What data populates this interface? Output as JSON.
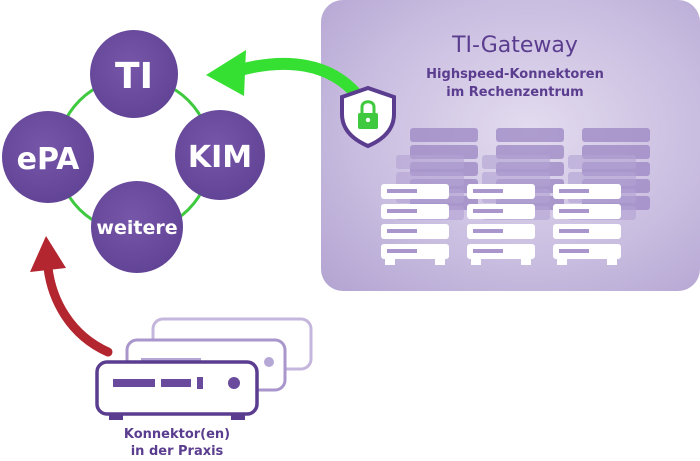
{
  "gateway": {
    "title": "TI-Gateway",
    "subtitle_line1": "Highspeed-Konnektoren",
    "subtitle_line2": "im Rechenzentrum"
  },
  "nodes": {
    "ti": "TI",
    "epa": "ePA",
    "kim": "KIM",
    "weitere": "weitere"
  },
  "konnektor": {
    "label_line1": "Konnektor(en)",
    "label_line2": "in der Praxis"
  },
  "icons": {
    "gateway_badge": "shield-lock-icon",
    "server_rack": "server-rack-icon",
    "connector_device": "connector-device-icon"
  },
  "colors": {
    "purple_dark": "#5b3d8f",
    "purple_node": "#6a4a9c",
    "panel_bg": "#cbbfe0",
    "ring_green": "#3ec93e",
    "arrow_green": "#36e032",
    "arrow_red": "#b3262f",
    "lock_green": "#3ec93e"
  }
}
